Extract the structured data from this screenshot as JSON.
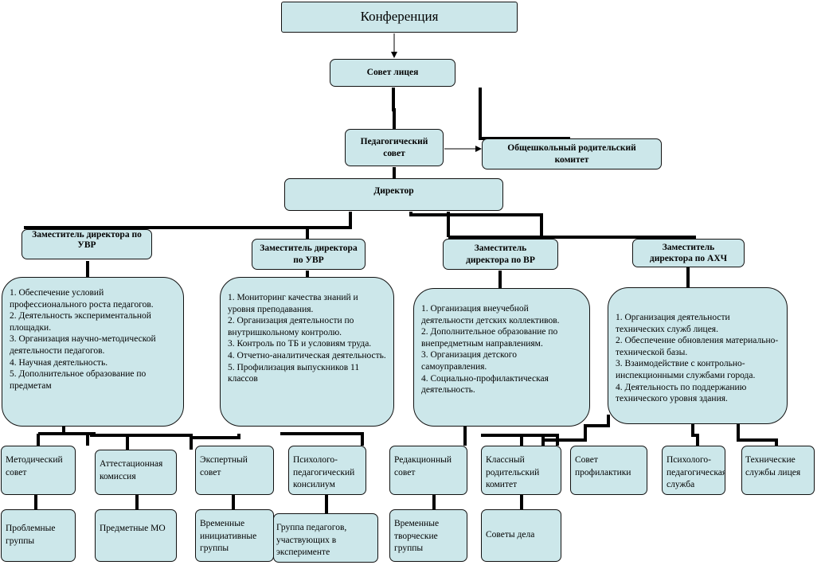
{
  "conference": "Конференция",
  "council": "Совет лицея",
  "ped_council": "Педагогический совет",
  "parents_committee": "Общешкольный родительский комитет",
  "director": "Директор",
  "deputies": {
    "d1": "Заместитель директора по УВР",
    "d2": "Заместитель директора по УВР",
    "d3": "Заместитель директора по ВР",
    "d4": "Заместитель директора по АХЧ"
  },
  "duties": {
    "d1": [
      "1. Обеспечение условий профессионального роста педагогов.",
      "2. Деятельность экспериментальной площадки.",
      "3. Организация научно-методической деятельности педагогов.",
      "4. Научная деятельность.",
      "5. Дополнительное образование по предметам"
    ],
    "d2": [
      "1. Мониторинг качества знаний и уровня преподавания.",
      "2. Организация деятельности по внутришкольному контролю.",
      "3. Контроль по ТБ и условиям труда.",
      "4. Отчетно-аналитическая деятельность.",
      "5. Профилизация выпускников 11 классов"
    ],
    "d3": [
      "1. Организация внеучебной деятельности детских коллективов.",
      "2. Дополнительное образование по внепредметным направлениям.",
      "3. Организация детского самоуправления.",
      "4. Социально-профилактическая деятельность."
    ],
    "d4": [
      "1. Организация деятельности технических служб лицея.",
      "2. Обеспечение обновления материально-технической базы.",
      "3. Взаимодействие с контрольно-инспекционными службами города.",
      "4. Деятельность по поддержанию технического уровня здания."
    ]
  },
  "units": {
    "method": "Методический совет",
    "attest": "Аттестационная комиссия",
    "expert": "Экспертный совет",
    "psy_council": "Психолого-педагогический консилиум",
    "editorial": "Редакционный совет",
    "class_parents": "Классный родительский комитет",
    "prevention": "Совет профилактики",
    "psy_service": "Психолого-педагогическая служба",
    "tech": "Технические службы лицея"
  },
  "groups": {
    "problem": "Проблемные группы",
    "subject": "Предметные МО",
    "initiative": "Временные инициативные группы",
    "teachers": "Группа педагогов, участвующих в эксперименте",
    "creative": "Временные творческие группы",
    "affairs": "Советы дела"
  }
}
